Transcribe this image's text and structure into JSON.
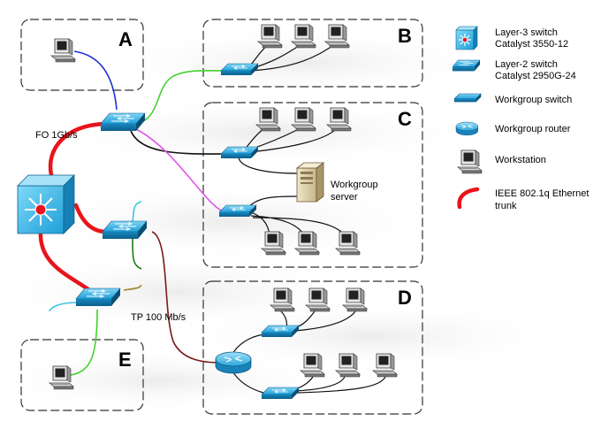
{
  "zones": [
    {
      "id": "A",
      "label": "A"
    },
    {
      "id": "B",
      "label": "B"
    },
    {
      "id": "C",
      "label": "C"
    },
    {
      "id": "D",
      "label": "D"
    },
    {
      "id": "E",
      "label": "E"
    }
  ],
  "labels": {
    "fo_link": "FO 1Gb/s",
    "tp_link": "TP 100 Mb/s",
    "server_line1": "Workgroup",
    "server_line2": "server"
  },
  "legend": [
    {
      "icon": "layer3-switch-icon",
      "line1": "Layer-3 switch",
      "line2": "Catalyst 3550-12"
    },
    {
      "icon": "layer2-switch-icon",
      "line1": "Layer-2 switch",
      "line2": "Catalyst 2950G-24"
    },
    {
      "icon": "workgroup-switch-icon",
      "line1": "Workgroup switch",
      "line2": ""
    },
    {
      "icon": "workgroup-router-icon",
      "line1": "Workgroup router",
      "line2": ""
    },
    {
      "icon": "workstation-icon",
      "line1": "Workstation",
      "line2": ""
    },
    {
      "icon": "trunk-line-icon",
      "line1": "IEEE 802.1q Ethernet",
      "line2": "trunk"
    }
  ],
  "colors": {
    "trunk": "#e8141b",
    "switch_fill": "#1e9fd9",
    "zone_border": "#333333",
    "link_blue": "#1c2fd6",
    "link_green": "#43d12e",
    "link_magenta": "#e055ea",
    "link_dark_green": "#1d7d16",
    "link_cyan": "#3bc4e6",
    "link_olive": "#9a8a2a",
    "link_tp": "#7a1a1a"
  }
}
